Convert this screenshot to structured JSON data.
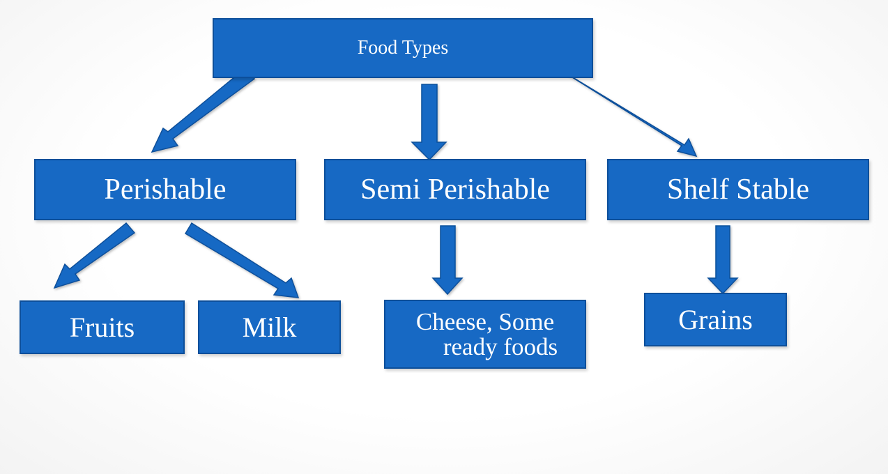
{
  "colors": {
    "box_fill": "#1769c4",
    "box_border": "#0d4f9a",
    "text": "#ffffff",
    "background": "#ffffff"
  },
  "diagram": {
    "root": {
      "label": "Food Types"
    },
    "categories": [
      {
        "label": "Perishable"
      },
      {
        "label": "Semi Perishable"
      },
      {
        "label": "Shelf Stable"
      }
    ],
    "examples": [
      {
        "label": "Fruits"
      },
      {
        "label": "Milk"
      },
      {
        "line1": "Cheese, Some",
        "line2": "ready foods"
      },
      {
        "label": "Grains"
      }
    ]
  }
}
